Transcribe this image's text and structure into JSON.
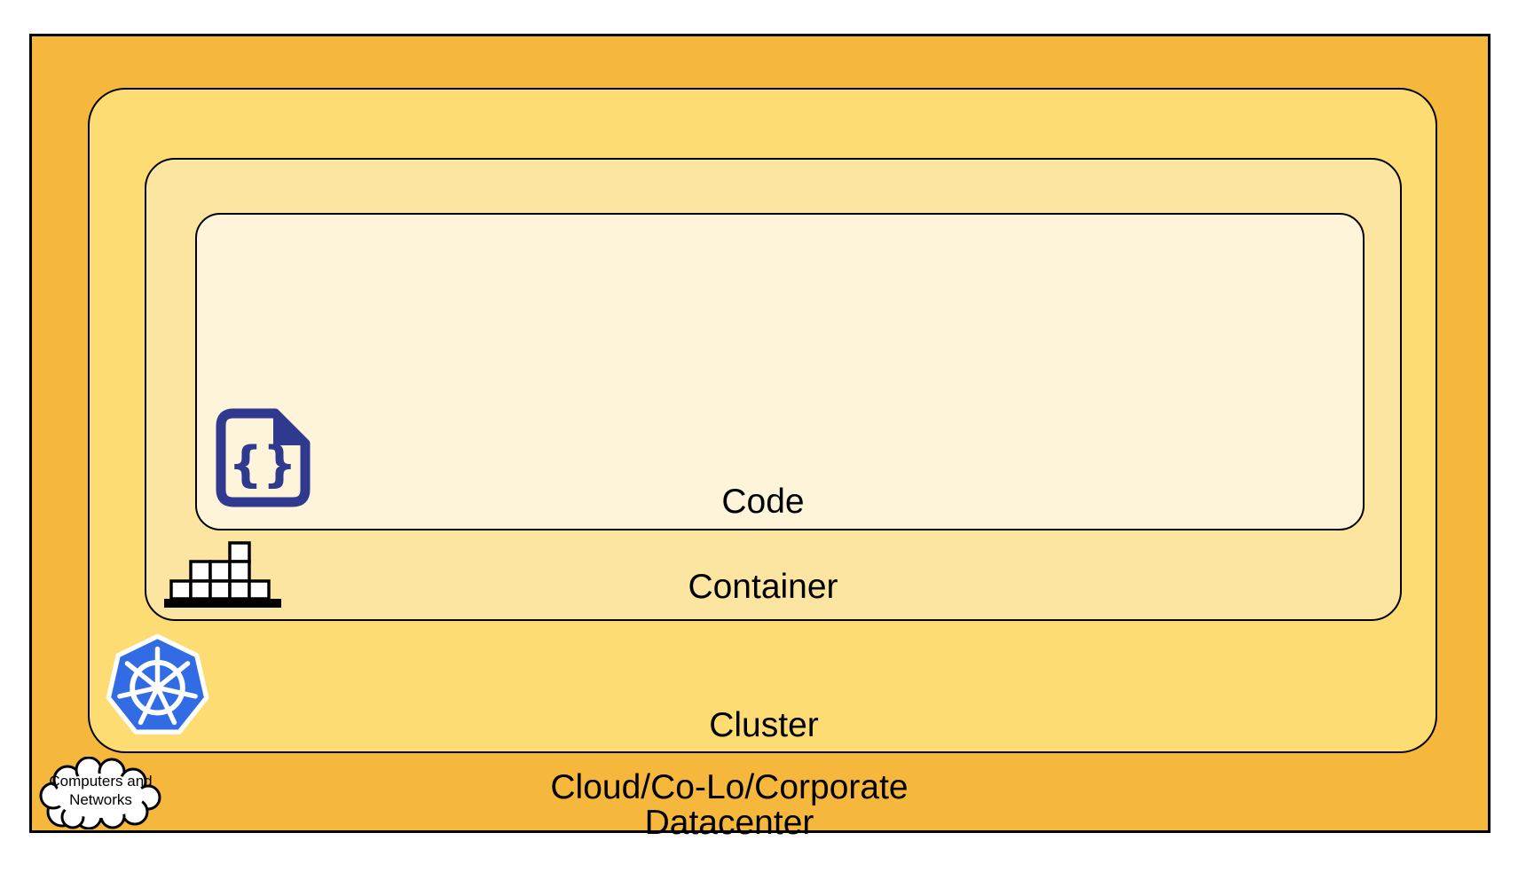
{
  "colors": {
    "datacenter_fill": "#F6B73D",
    "cluster_fill": "#FDDC73",
    "container_fill": "#FBE5A1",
    "code_fill": "#FDF4D9",
    "border": "#000000",
    "text": "#000000",
    "kubernetes_blue": "#326CE5",
    "code_icon_blue": "#2F3A8E"
  },
  "layers": {
    "code": {
      "label": "Code"
    },
    "container": {
      "label": "Container"
    },
    "cluster": {
      "label": "Cluster"
    },
    "datacenter": {
      "label_line1": "Cloud/Co-Lo/Corporate",
      "label_line2": "Datacenter"
    }
  },
  "cloud_callout": {
    "line1": "Computers and",
    "line2": "Networks"
  },
  "icons": {
    "code_file": "code-file-icon",
    "code_glyph": "{}",
    "container_blocks": "container-blocks-icon",
    "kubernetes": "kubernetes-icon",
    "cloud": "cloud-icon"
  }
}
